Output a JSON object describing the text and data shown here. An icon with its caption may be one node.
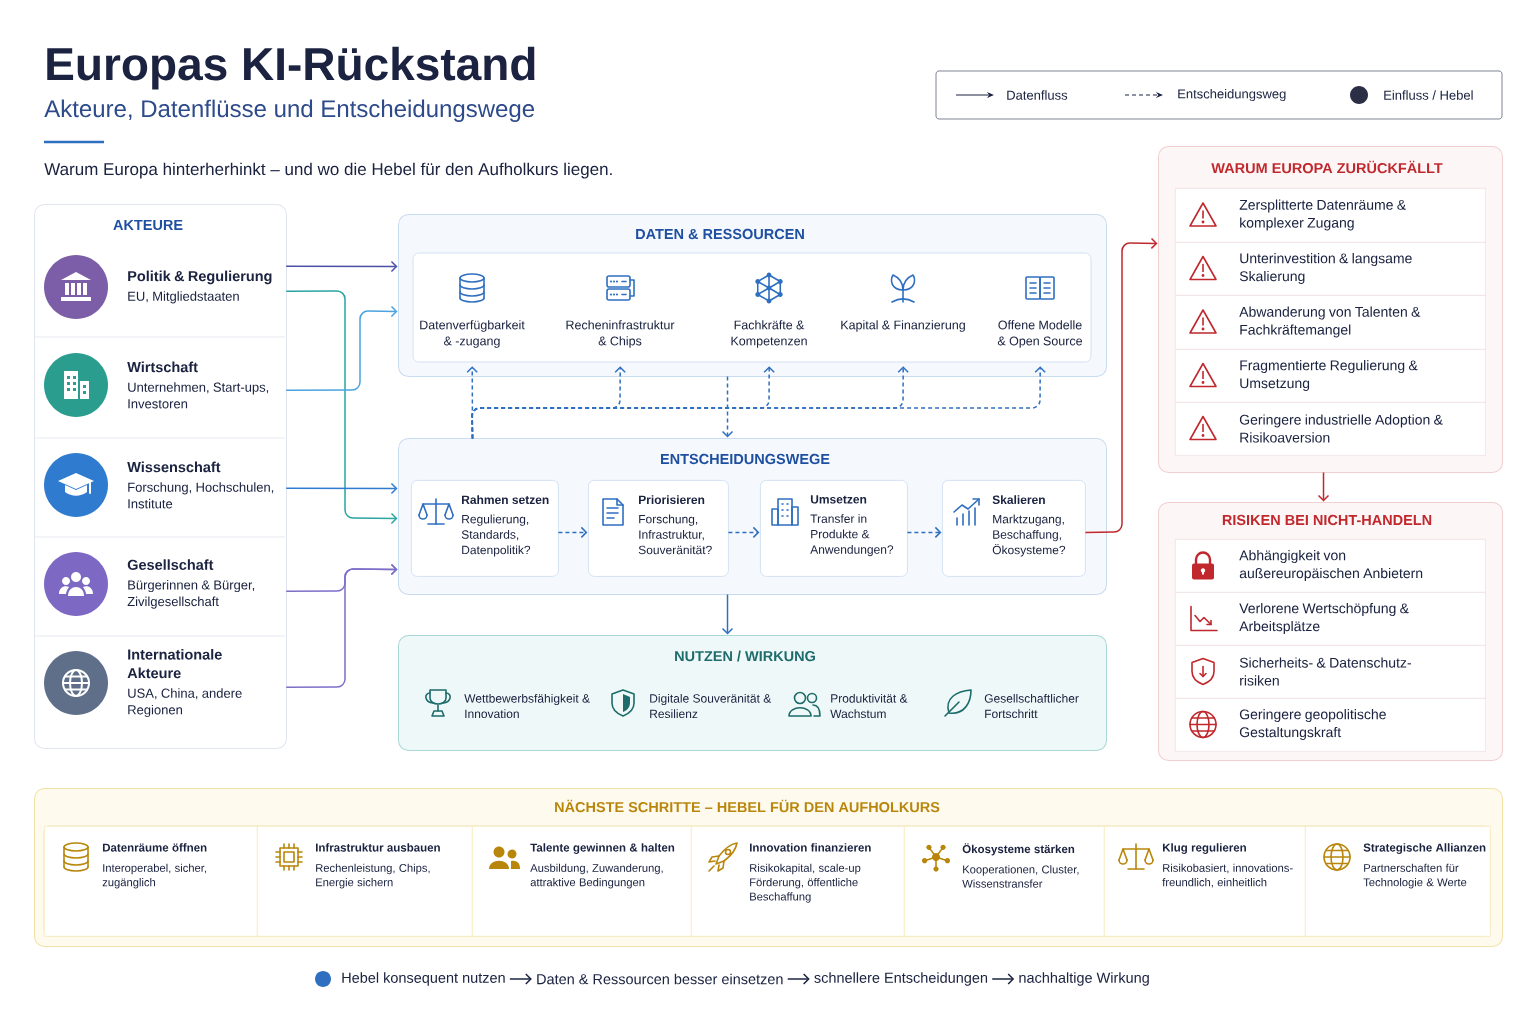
{
  "diagram": {
    "title": "Europas KI-Rückstand",
    "nodes": [
      {
        "text": [
          "AKTEURE"
        ]
      },
      {
        "text": [
          "Politik & Regulierung",
          "EU, Mitgliedstaaten"
        ],
        "in": 0
      },
      {
        "text": [
          "Wirtschaft",
          "Unternehmen, Start-ups, Investoren"
        ],
        "in": 0
      },
      {
        "text": [
          "Wissenschaft",
          "Forschung, Hochschulen, Institute"
        ],
        "in": 0
      },
      {
        "text": [
          "Gesellschaft",
          "Bürgerinnen & Bürger, Zivilgesellschaft"
        ],
        "in": 0
      },
      {
        "text": [
          "Internationale Akteure",
          "USA, China, andere Regionen"
        ],
        "in": 0
      },
      {
        "text": [
          "DATEN & RESSOURCEN"
        ]
      },
      {
        "text": [
          "Datenverfügbarkeit & -zugang"
        ],
        "in": 6
      },
      {
        "text": [
          "Recheninfrastruktur & Chips"
        ],
        "in": 6
      },
      {
        "text": [
          "Fachkräfte & Kompetenzen"
        ],
        "in": 6
      },
      {
        "text": [
          "Kapital & Finanzierung"
        ],
        "in": 6
      },
      {
        "text": [
          "Offene Modelle & Open Source"
        ],
        "in": 6
      },
      {
        "text": [
          "ENTSCHEIDUNGSWEGE"
        ]
      },
      {
        "text": [
          "Rahmen setzen",
          "Regulierung, Standards, Datenpolitik?"
        ],
        "in": 12
      },
      {
        "text": [
          "Priorisieren",
          "Forschung, Infrastruktur, Souveränität?"
        ],
        "in": 12
      },
      {
        "text": [
          "Umsetzen",
          "Transfer in Produkte & Anwendungen?"
        ],
        "in": 12
      },
      {
        "text": [
          "Skalieren",
          "Marktzugang, Beschaffung, Ökosysteme?"
        ],
        "in": 12
      },
      {
        "text": [
          "NUTZEN / WIRKUNG"
        ]
      },
      {
        "text": [
          "Wettbewerbsfähigkeit & Innovation"
        ],
        "in": 17
      },
      {
        "text": [
          "Digitale Souveränität & Resilienz"
        ],
        "in": 17
      },
      {
        "text": [
          "Produktivität & Wachstum"
        ],
        "in": 17
      },
      {
        "text": [
          "Gesellschaftlicher Fortschritt"
        ],
        "in": 17
      },
      {
        "text": [
          "WARUM EUROPA ZURÜCKFÄLLT"
        ]
      },
      {
        "text": [
          "Zersplitterte Datenräume & komplexer Zugang"
        ],
        "in": 22
      },
      {
        "text": [
          "Unterinvestition & langsame Skalierung"
        ],
        "in": 22
      },
      {
        "text": [
          "Abwanderung von Talenten & Fachkräftemangel"
        ],
        "in": 22
      },
      {
        "text": [
          "Fragmentierte Regulierung & Umsetzung"
        ],
        "in": 22
      },
      {
        "text": [
          "Geringere industrielle Adoption & Risikoaversion"
        ],
        "in": 22
      },
      {
        "text": [
          "RISIKEN BEI NICHT-HANDELN"
        ]
      },
      {
        "text": [
          "Abhängigkeit von außereuropäischen Anbietern"
        ],
        "in": 28
      },
      {
        "text": [
          "Verlorene Wertschöpfung & Arbeitsplätze"
        ],
        "in": 28
      },
      {
        "text": [
          "Sicherheits- & Datenschutz-risiken"
        ],
        "in": 28
      },
      {
        "text": [
          "Geringere geopolitische Gestaltungskraft"
        ],
        "in": 28
      },
      {
        "text": [
          "NÄCHSTE SCHRITTE – HEBEL FÜR DEN AUFHOLKURS"
        ]
      },
      {
        "text": [
          "Datenräume öffnen",
          "Interoperabel, sicher, zugänglich"
        ],
        "in": 33
      },
      {
        "text": [
          "Infrastruktur ausbauen",
          "Rechenleistung, Chips, Energie sichern"
        ],
        "in": 33
      },
      {
        "text": [
          "Talente gewinnen & halten",
          "Ausbildung, Zuwanderung, attraktive Bedingungen"
        ],
        "in": 33
      },
      {
        "text": [
          "Innovation finanzieren",
          "Risikokapital, scale-up Förderung, öffentliche Beschaffung"
        ],
        "in": 33
      },
      {
        "text": [
          "Ökosysteme stärken",
          "Kooperationen, Cluster, Wissenstransfer"
        ],
        "in": 33
      },
      {
        "text": [
          "Klug regulieren",
          "Risikobasiert, innovations-freundlich, einheitlich"
        ],
        "in": 33
      },
      {
        "text": [
          "Strategische Allianzen",
          "Partnerschaften für Technologie & Werte"
        ],
        "in": 33
      },
      {
        "text": [
          "Hebel konsequent nutzen"
        ]
      },
      {
        "text": [
          "Daten & Ressourcen besser einsetzen"
        ]
      },
      {
        "text": [
          "schnellere Entscheidungen"
        ]
      },
      {
        "text": [
          "nachhaltige Wirkung"
        ]
      }
    ],
    "edges": [
      {
        "from": 1,
        "to": 6,
        "arrow": "to",
        "color": "#4b4fa8"
      },
      {
        "from": 1,
        "to": 12,
        "arrow": "to",
        "color": "#2aa5a0"
      },
      {
        "from": 2,
        "to": 6,
        "arrow": "to",
        "color": "#4aa3df"
      },
      {
        "from": 3,
        "to": 12,
        "arrow": "to",
        "color": "#2f7bd0"
      },
      {
        "from": 4,
        "to": 12,
        "arrow": "to",
        "color": "#7b6fc8"
      },
      {
        "from": 5,
        "to": 12,
        "arrow": "to",
        "color": "#7b6fc8"
      },
      {
        "from": 6,
        "to": 12,
        "arrow": "to",
        "style": "dashed"
      },
      {
        "from": 12,
        "to": 7,
        "arrow": "to",
        "style": "dashed"
      },
      {
        "from": 12,
        "to": 8,
        "arrow": "to",
        "style": "dashed"
      },
      {
        "from": 12,
        "to": 9,
        "arrow": "to",
        "style": "dashed"
      },
      {
        "from": 12,
        "to": 10,
        "arrow": "to",
        "style": "dashed"
      },
      {
        "from": 12,
        "to": 11,
        "arrow": "to",
        "style": "dashed"
      },
      {
        "from": 13,
        "to": 14,
        "arrow": "to",
        "style": "dashed"
      },
      {
        "from": 14,
        "to": 15,
        "arrow": "to",
        "style": "dashed"
      },
      {
        "from": 15,
        "to": 16,
        "arrow": "to",
        "style": "dashed"
      },
      {
        "from": 12,
        "to": 17,
        "arrow": "to"
      },
      {
        "from": 16,
        "to": 22,
        "arrow": "to",
        "color": "#c0282d"
      },
      {
        "from": 22,
        "to": 28,
        "arrow": "to",
        "color": "#c0282d"
      },
      {
        "from": 41,
        "to": 42,
        "arrow": "to",
        "color": "#1b2340"
      },
      {
        "from": 42,
        "to": 43,
        "arrow": "to",
        "color": "#1b2340"
      },
      {
        "from": 43,
        "to": 44,
        "arrow": "to",
        "color": "#1b2340"
      }
    ],
    "labels": [
      "Akteure, Datenflüsse und Entscheidungswege",
      "Warum Europa hinterherhinkt – und wo die Hebel für den Aufholkurs liegen."
    ],
    "legend": [
      {
        "text": "Datenfluss"
      },
      {
        "text": "Entscheidungsweg"
      },
      {
        "text": "Einfluss / Hebel",
        "color": "#2b2f45"
      }
    ]
  }
}
